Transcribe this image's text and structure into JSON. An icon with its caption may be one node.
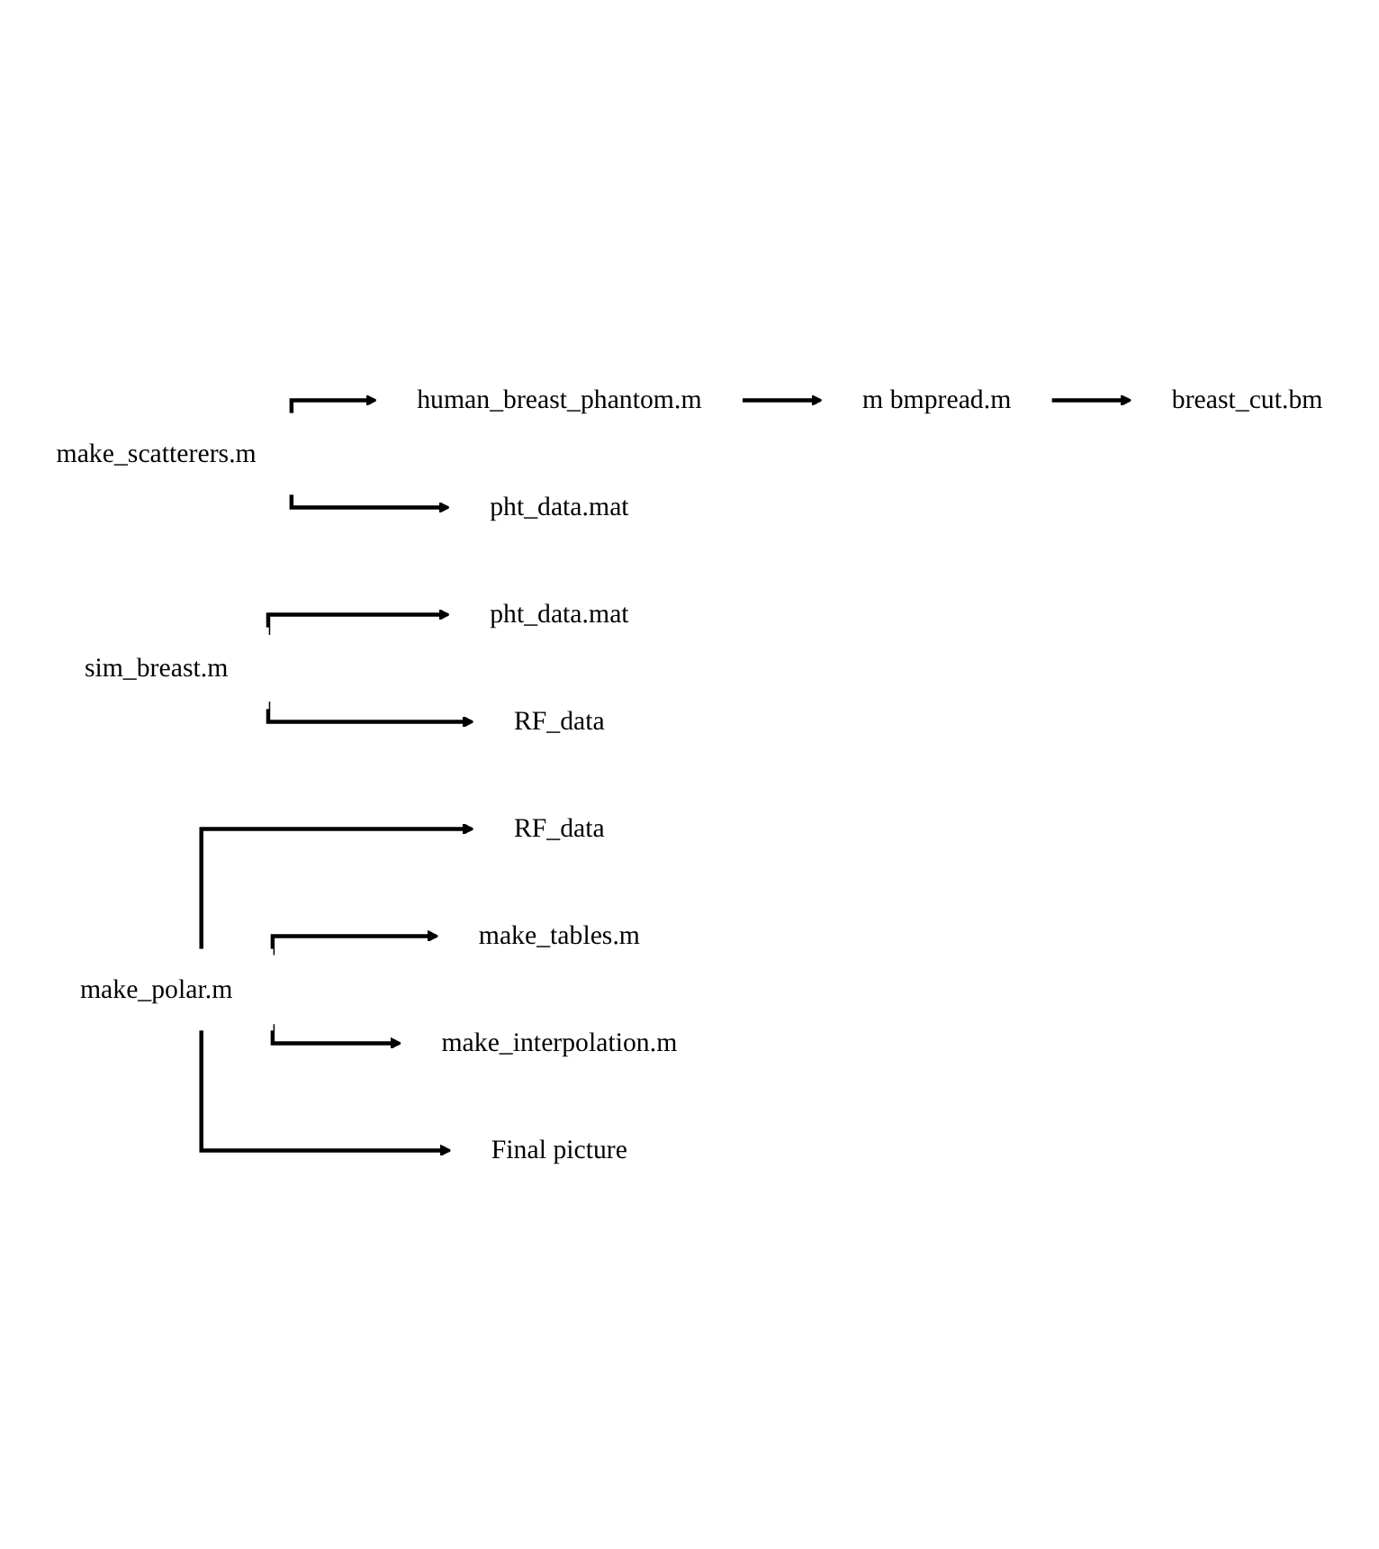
{
  "diagram": {
    "nodes": [
      {
        "text": [
          "make_scatterers.m"
        ]
      },
      {
        "text": [
          "human_breast_phantom.m"
        ]
      },
      {
        "text": [
          "m bmpread.m"
        ]
      },
      {
        "text": [
          "breast_cut.bm"
        ]
      },
      {
        "text": [
          "pht_data.mat"
        ]
      },
      {
        "text": [
          "sim_breast.m"
        ]
      },
      {
        "text": [
          "pht_data.mat"
        ]
      },
      {
        "text": [
          "RF_data"
        ]
      },
      {
        "text": [
          "make_polar.m"
        ]
      },
      {
        "text": [
          "RF_data"
        ]
      },
      {
        "text": [
          "make_tables.m"
        ]
      },
      {
        "text": [
          "make_interpolation.m"
        ]
      },
      {
        "text": [
          "Final picture"
        ]
      }
    ],
    "edges": [
      {
        "from": 0,
        "to": 1,
        "arrow": "to"
      },
      {
        "from": 1,
        "to": 2,
        "arrow": "to"
      },
      {
        "from": 2,
        "to": 3,
        "arrow": "to"
      },
      {
        "from": 0,
        "to": 4,
        "arrow": "to"
      },
      {
        "from": 5,
        "to": 6,
        "arrow": "to"
      },
      {
        "from": 5,
        "to": 7,
        "arrow": "to"
      },
      {
        "from": 8,
        "to": 9,
        "arrow": "to"
      },
      {
        "from": 8,
        "to": 10,
        "arrow": "to"
      },
      {
        "from": 8,
        "to": 11,
        "arrow": "to"
      },
      {
        "from": 8,
        "to": 12,
        "arrow": "to"
      }
    ]
  }
}
